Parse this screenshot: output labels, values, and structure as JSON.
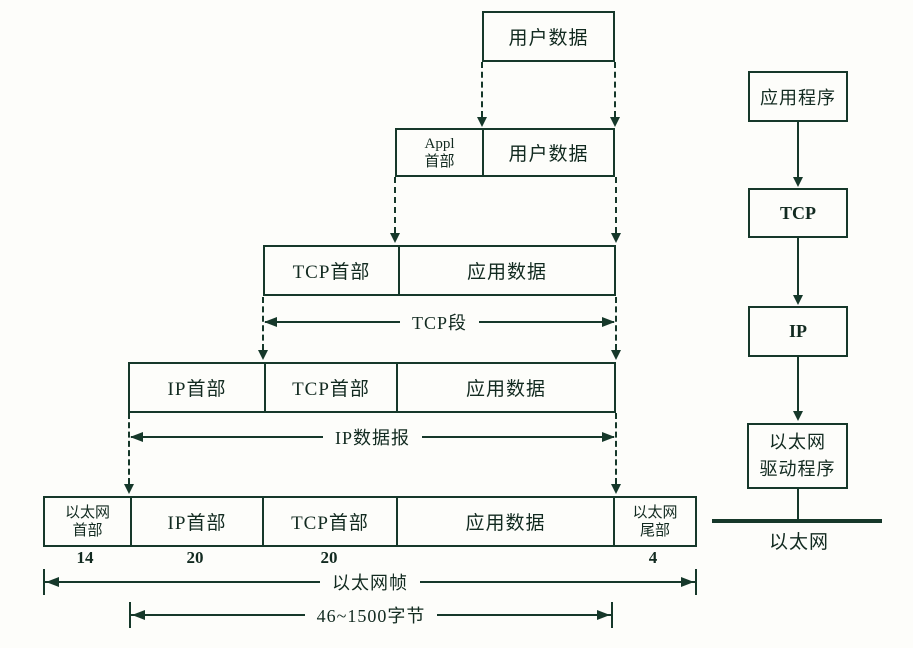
{
  "encapsulation": {
    "row_user": {
      "user_data": "用户数据"
    },
    "row_appl": {
      "appl_header": "Appl\n首部",
      "user_data": "用户数据"
    },
    "row_tcp": {
      "tcp_header": "TCP首部",
      "app_data": "应用数据"
    },
    "row_ip": {
      "ip_header": "IP首部",
      "tcp_header": "TCP首部",
      "app_data": "应用数据"
    },
    "row_frame": {
      "eth_header": "以太网\n首部",
      "ip_header": "IP首部",
      "tcp_header": "TCP首部",
      "app_data": "应用数据",
      "eth_trailer": "以太网\n尾部"
    },
    "byte_sizes": {
      "eth_header": "14",
      "ip_header": "20",
      "tcp_header": "20",
      "eth_trailer": "4"
    },
    "measures": {
      "tcp_segment": "TCP段",
      "ip_datagram": "IP数据报",
      "ethernet_frame": "以太网帧",
      "payload_range": "46~1500字节"
    }
  },
  "protocol_stack": {
    "application": "应用程序",
    "tcp": "TCP",
    "ip": "IP",
    "ethernet_driver": "以太网\n驱动程序",
    "ethernet_bus": "以太网"
  },
  "colors": {
    "ink": "#16382a",
    "background": "#fdfdfa"
  }
}
